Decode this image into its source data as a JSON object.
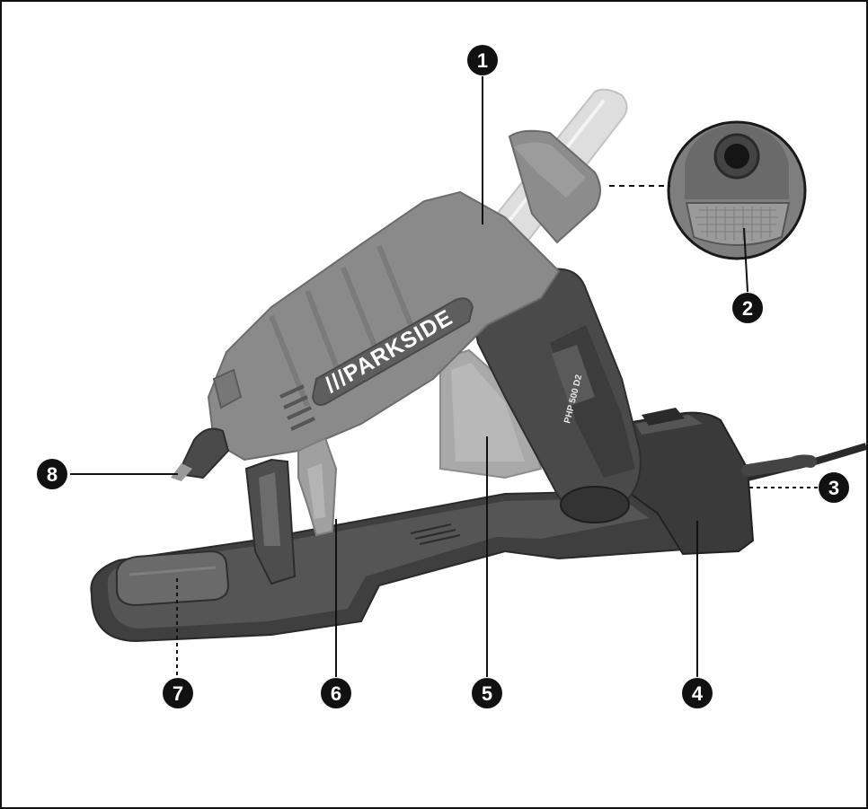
{
  "product": {
    "brand_label": "///PARKSIDE",
    "model_label": "PHP 500 D2"
  },
  "callouts": [
    {
      "id": "1"
    },
    {
      "id": "2"
    },
    {
      "id": "3"
    },
    {
      "id": "4"
    },
    {
      "id": "5"
    },
    {
      "id": "6"
    },
    {
      "id": "7"
    },
    {
      "id": "8"
    }
  ],
  "colors": {
    "badge": "#111111",
    "body": "#8a8a8a",
    "body_dark": "#5f5f5f",
    "grip": "#4a4a4a",
    "base": "#3c3c3c",
    "glue_stick": "#e6e6e6"
  }
}
